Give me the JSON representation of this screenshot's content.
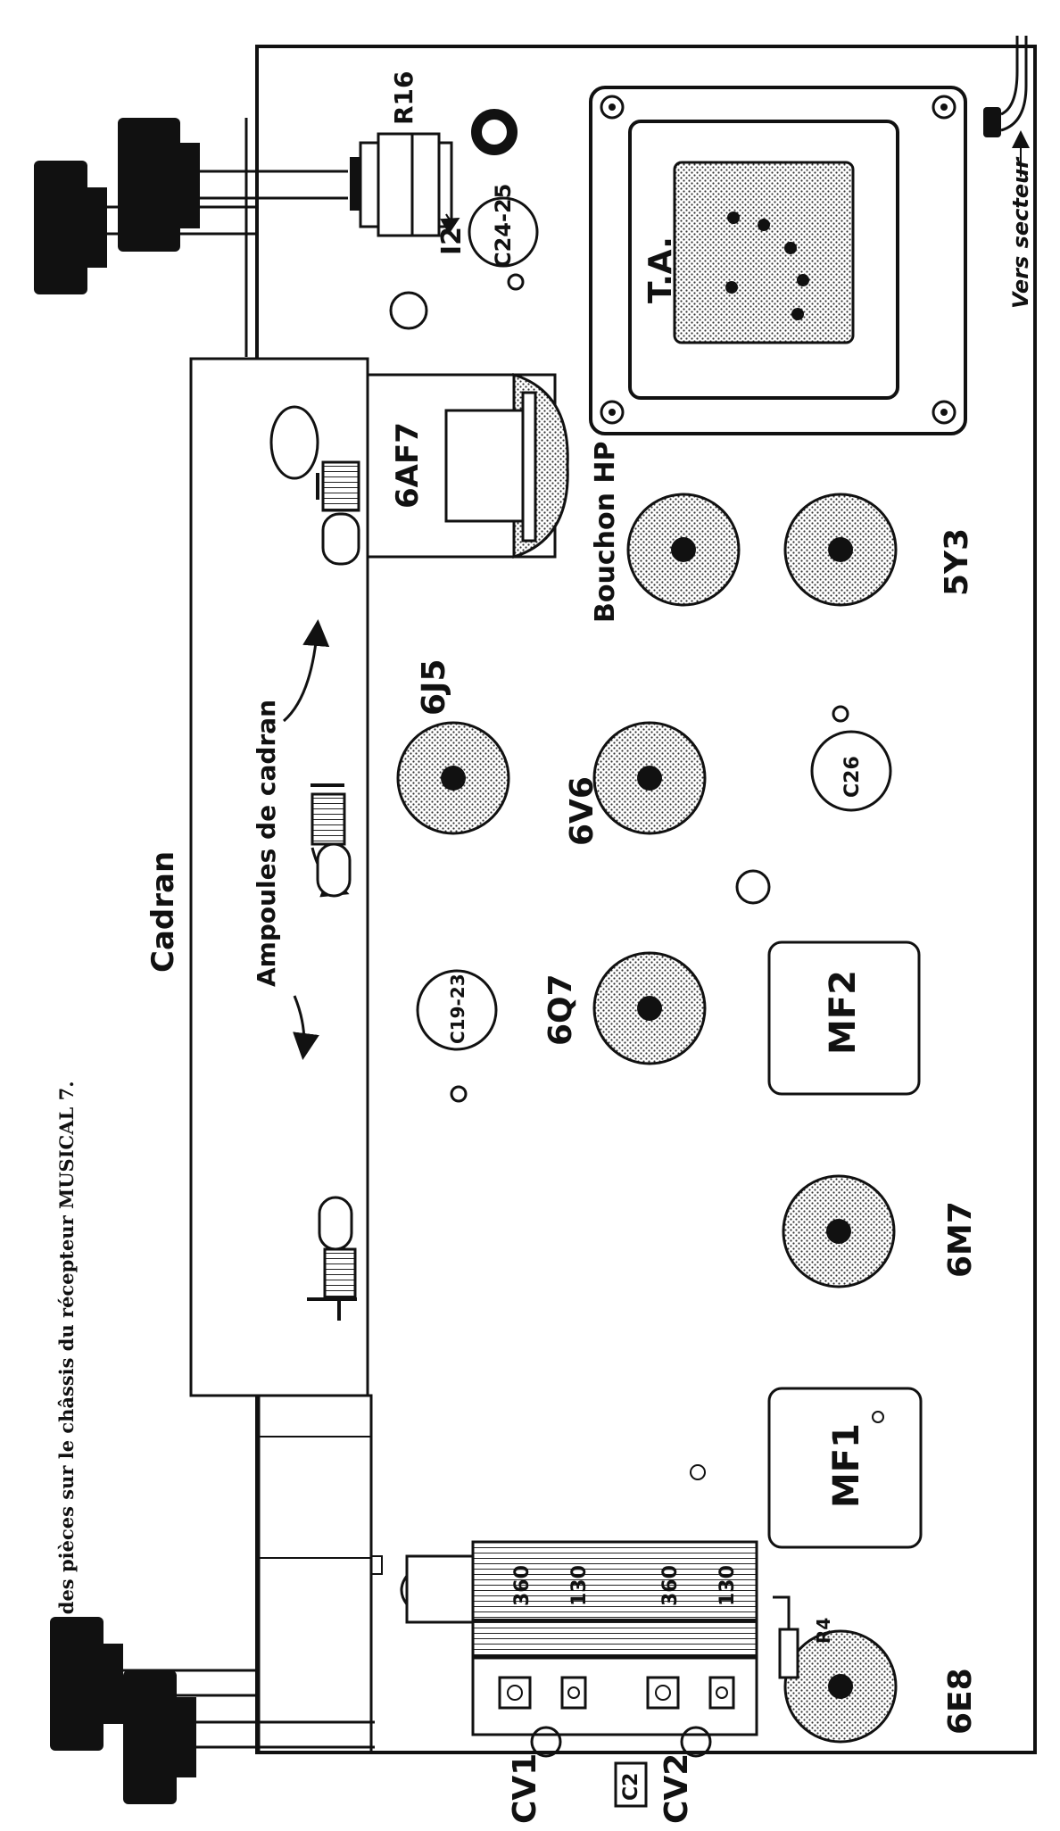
{
  "caption": "Disposition des pièces sur le châssis du récepteur MUSICAL 7.",
  "labels": {
    "cadran": "Cadran",
    "ampoules": "Ampoules de cadran",
    "r16": "R16",
    "i2": "I2",
    "c24_25": "C24-25",
    "vers_secteur": "Vers secteur",
    "ta": "T.A.",
    "t6af7": "6AF7",
    "bouchon_hp": "Bouchon HP",
    "t5y3": "5Y3",
    "t6j5": "6J5",
    "t6v6": "6V6",
    "c26": "C26",
    "c19_23": "C19-23",
    "t6q7": "6Q7",
    "mf2": "MF2",
    "t6m7": "6M7",
    "mf1": "MF1",
    "cv_360_a": "360",
    "cv_130_a": "130",
    "cv_360_b": "360",
    "cv_130_b": "130",
    "r4": "R4",
    "t6e8": "6E8",
    "c2": "C2",
    "cv1": "CV1",
    "cv2": "CV2"
  }
}
